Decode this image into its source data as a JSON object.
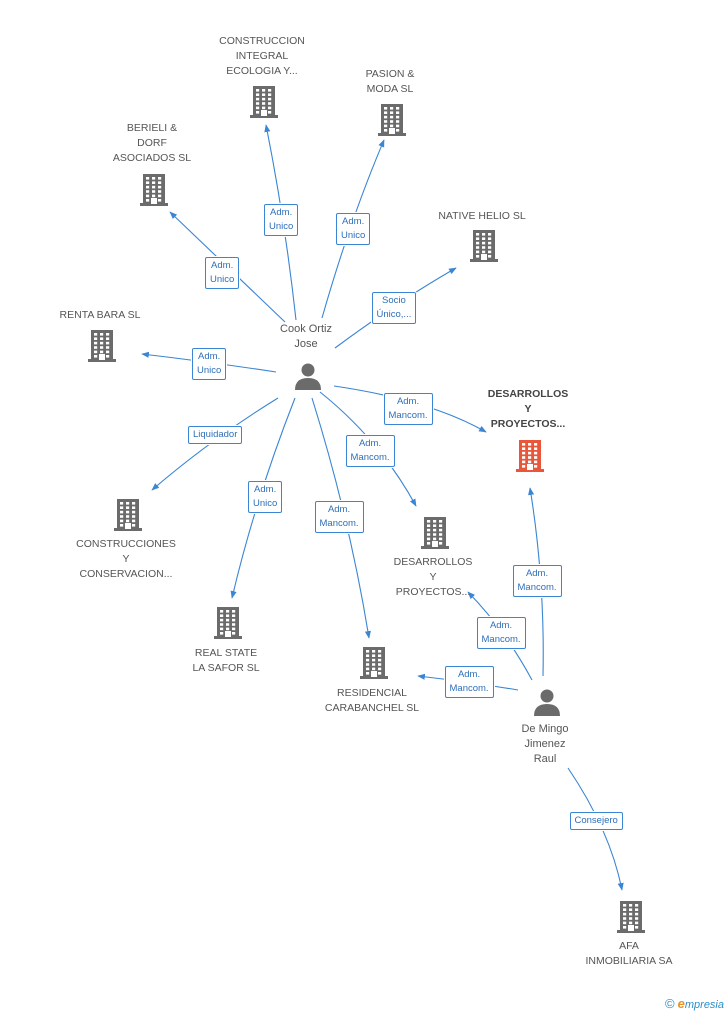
{
  "colors": {
    "edge": "#3a85d4",
    "building": "#6b6b6b",
    "building_highlight": "#e8573a",
    "person": "#6b6b6b"
  },
  "persons": [
    {
      "id": "cook",
      "label": "Cook Ortiz\nJose",
      "icon": "person-icon"
    },
    {
      "id": "mingo",
      "label": "De Mingo\nJimenez\nRaul",
      "icon": "person-icon"
    }
  ],
  "companies": [
    {
      "id": "construccion_integral",
      "label": "CONSTRUCCION\nINTEGRAL\nECOLOGIA Y...",
      "icon": "building-icon"
    },
    {
      "id": "pasion_moda",
      "label": "PASION &\nMODA SL",
      "icon": "building-icon"
    },
    {
      "id": "berieli",
      "label": "BERIELI &\nDORF\nASOCIADOS SL",
      "icon": "building-icon"
    },
    {
      "id": "native_helio",
      "label": "NATIVE HELIO SL",
      "icon": "building-icon"
    },
    {
      "id": "renta_bara",
      "label": "RENTA BARA SL",
      "icon": "building-icon"
    },
    {
      "id": "desarrollos_main",
      "label": "DESARROLLOS\nY\nPROYECTOS...",
      "icon": "building-icon",
      "highlight": true
    },
    {
      "id": "construcciones_conservacion",
      "label": "CONSTRUCCIONES\nY\nCONSERVACION...",
      "icon": "building-icon"
    },
    {
      "id": "desarrollos_2",
      "label": "DESARROLLOS\nY\nPROYECTOS...",
      "icon": "building-icon"
    },
    {
      "id": "real_state",
      "label": "REAL STATE\nLA SAFOR SL",
      "icon": "building-icon"
    },
    {
      "id": "residencial",
      "label": "RESIDENCIAL\nCARABANCHEL SL",
      "icon": "building-icon"
    },
    {
      "id": "afa",
      "label": "AFA\nINMOBILIARIA SA",
      "icon": "building-icon"
    }
  ],
  "relations": [
    {
      "from": "cook",
      "to": "construccion_integral",
      "label": "Adm.\nUnico"
    },
    {
      "from": "cook",
      "to": "pasion_moda",
      "label": "Adm.\nUnico"
    },
    {
      "from": "cook",
      "to": "berieli",
      "label": "Adm.\nUnico"
    },
    {
      "from": "cook",
      "to": "native_helio",
      "label": "Socio\nÚnico,..."
    },
    {
      "from": "cook",
      "to": "renta_bara",
      "label": "Adm.\nUnico"
    },
    {
      "from": "cook",
      "to": "desarrollos_main",
      "label": "Adm.\nMancom."
    },
    {
      "from": "cook",
      "to": "construcciones_conservacion",
      "label": "Liquidador"
    },
    {
      "from": "cook",
      "to": "desarrollos_2",
      "label": "Adm.\nMancom."
    },
    {
      "from": "cook",
      "to": "real_state",
      "label": "Adm.\nUnico"
    },
    {
      "from": "cook",
      "to": "residencial",
      "label": "Adm.\nMancom."
    },
    {
      "from": "mingo",
      "to": "desarrollos_main",
      "label": "Adm.\nMancom."
    },
    {
      "from": "mingo",
      "to": "desarrollos_2",
      "label": "Adm.\nMancom."
    },
    {
      "from": "mingo",
      "to": "residencial",
      "label": "Adm.\nMancom."
    },
    {
      "from": "mingo",
      "to": "afa",
      "label": "Consejero"
    }
  ],
  "footer": {
    "copyright": "©",
    "brand_initial": "e",
    "brand_rest": "mpresia"
  }
}
